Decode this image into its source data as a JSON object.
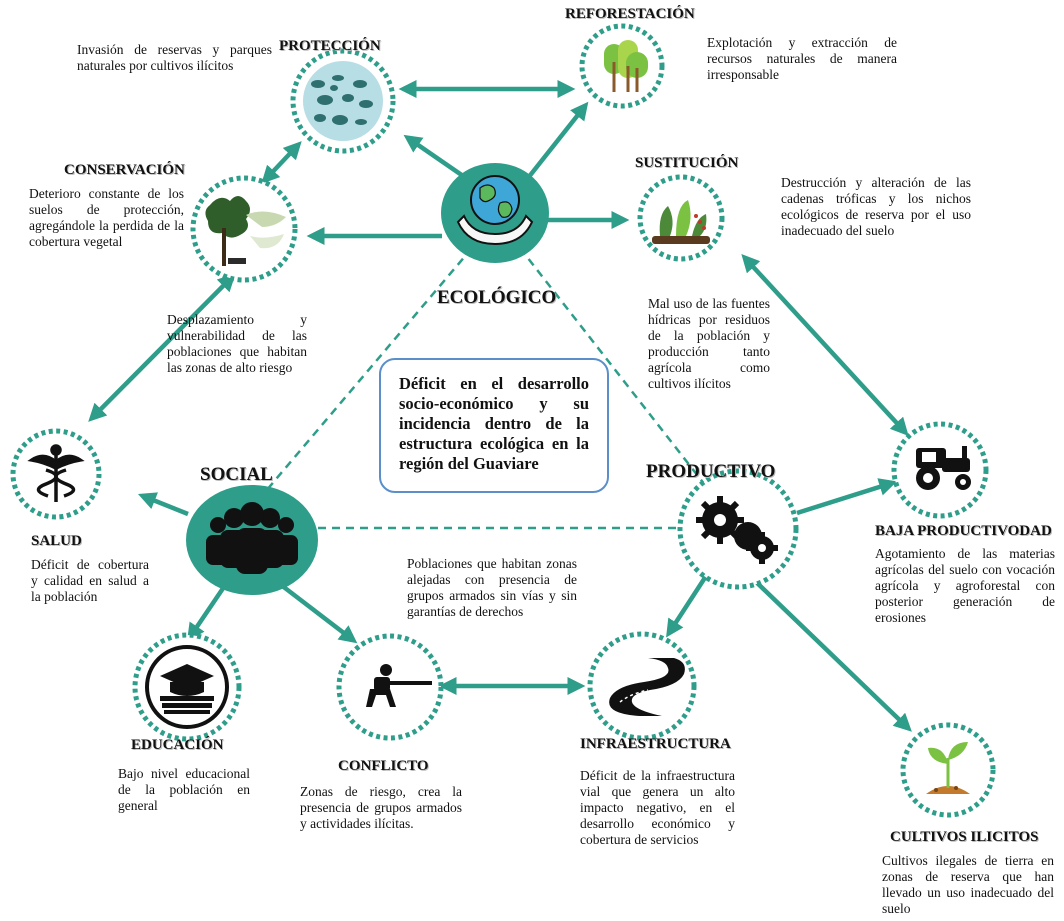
{
  "colors": {
    "teal": "#2e9d8a",
    "dark": "#111111",
    "box_border": "#5b8fc9",
    "leaf": "#7bc142",
    "earth": "#c47a2c"
  },
  "center": {
    "text": "Déficit en el desarrollo socio-económico y su incidencia dentro de la estructura ecológica en la región del Guaviare"
  },
  "hubs": {
    "ecologico": {
      "label": "ECOLÓGICO",
      "icon": "earth-in-hands-icon"
    },
    "social": {
      "label": "SOCIAL",
      "icon": "group-people-icon"
    },
    "productivo": {
      "label": "PRODUCTIVO",
      "icon": "gears-icon"
    }
  },
  "nodes": {
    "reforestacion": {
      "label": "REFORESTACIÓN",
      "icon": "trees-icon",
      "desc": "Explotación y extracción de recursos naturales de manera irresponsable"
    },
    "proteccion": {
      "label": "PROTECCIÓN",
      "icon": "wildlife-icon",
      "desc": "Invasión de reservas y parques naturales por cultivos ilícitos"
    },
    "conservacion": {
      "label": "CONSERVACIÓN",
      "icon": "forest-icon",
      "desc": "Deterioro constante de los suelos de protección, agregándole la perdida de la cobertura vegetal"
    },
    "sustitucion": {
      "label": "SUSTITUCIÓN",
      "icon": "plants-icon",
      "desc": "Destrucción y alteración de las cadenas tróficas y los nichos ecológicos de reserva por el uso inadecuado del suelo"
    },
    "salud": {
      "label": "SALUD",
      "icon": "caduceus-icon",
      "desc": "Déficit de cobertura y calidad en salud a la población"
    },
    "educacion": {
      "label": "EDUCACIÓN",
      "icon": "books-icon",
      "desc": "Bajo nivel educacional de la población en general"
    },
    "conflicto": {
      "label": "CONFLICTO",
      "icon": "soldier-icon",
      "desc": "Zonas de riesgo, crea la presencia de grupos armados y actividades ilícitas."
    },
    "infraestructura": {
      "label": "INFRAESTRUCTURA",
      "icon": "road-icon",
      "desc": "Déficit de la infraestructura vial que genera un alto impacto negativo, en el desarrollo económico y cobertura de servicios"
    },
    "baja_productividad": {
      "label": "BAJA PRODUCTIVODAD",
      "icon": "tractor-icon",
      "desc": "Agotamiento de las materias agrícolas del suelo con vocación agrícola y agroforestal con posterior generación de erosiones"
    },
    "cultivos_ilicitos": {
      "label": "CULTIVOS ILICITOS",
      "icon": "sprout-icon",
      "desc": "Cultivos ilegales de tierra en zonas de reserva que han llevado un uso inadecuado del suelo"
    }
  },
  "notes": {
    "desplazamiento": "Desplazamiento y vulnerabilidad de las poblaciones que habitan las zonas de alto riesgo",
    "fuentes_hidricas": "Mal uso de las fuentes hídricas por residuos de la población y producción tanto agrícola como cultivos ilícitos",
    "poblaciones": "Poblaciones que habitan zonas alejadas con presencia de grupos armados sin vías y sin garantías de derechos"
  }
}
